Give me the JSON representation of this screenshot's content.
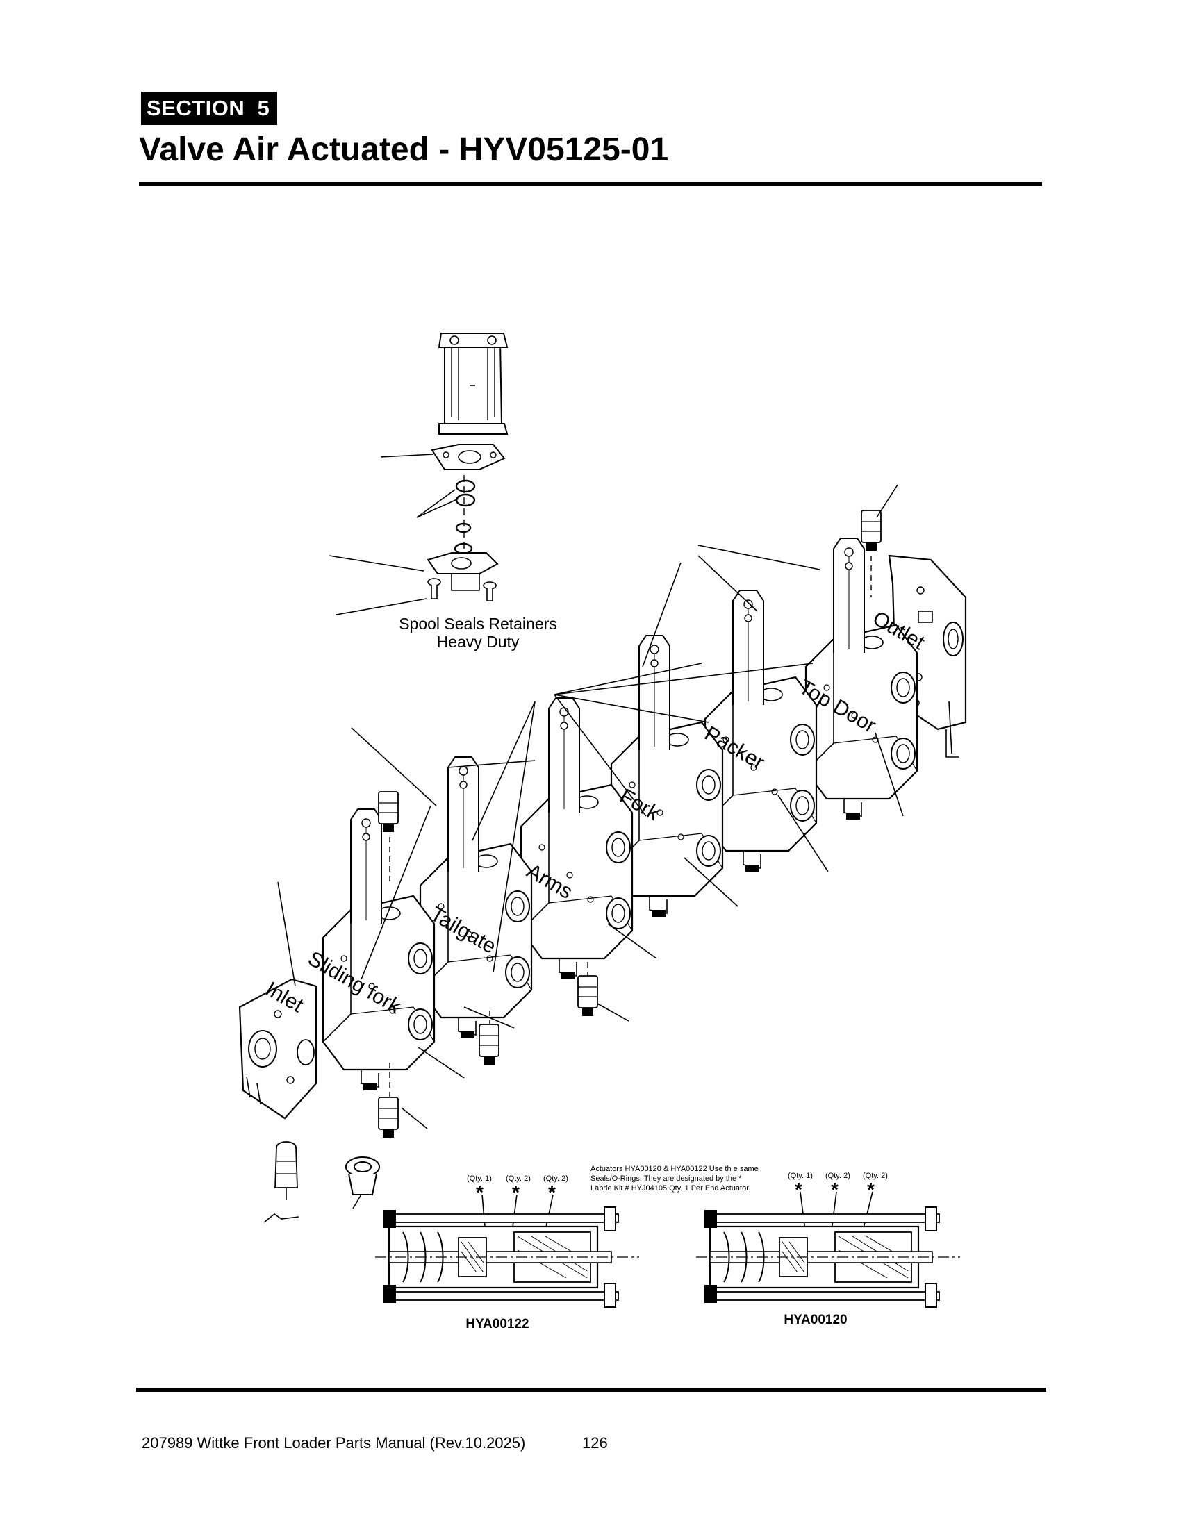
{
  "header": {
    "section_label": "SECTION  5",
    "title": "Valve Air Actuated - HYV05125-01"
  },
  "diagram": {
    "retainer_caption_line1": "Spool Seals Retainers",
    "retainer_caption_line2": "Heavy Duty",
    "section_labels": {
      "outlet": "Outlet",
      "top_door": "Top Door",
      "packer": "Packer",
      "fork": "Fork",
      "arms": "Arms",
      "tailgate": "Tailgate",
      "sliding_fork": "Sliding fork",
      "inlet": "Inlet"
    },
    "actuator_note_line1": "Actuators HYA00120 & HYA00122 Use th e same",
    "actuator_note_line2": "Seals/O-Rings. They are designated by the *",
    "actuator_note_line3": "Labrie Kit #  HYJ04105 Qty. 1 Per End Actuator.",
    "qty_1": "(Qty. 1)",
    "qty_2": "(Qty. 2)",
    "asterisk": "*",
    "actuator_left_label": "HYA00122",
    "actuator_right_label": "HYA00120"
  },
  "footer": {
    "document": "207989 Wittke Front Loader Parts Manual (Rev.10.2025)",
    "page_number": "126"
  }
}
